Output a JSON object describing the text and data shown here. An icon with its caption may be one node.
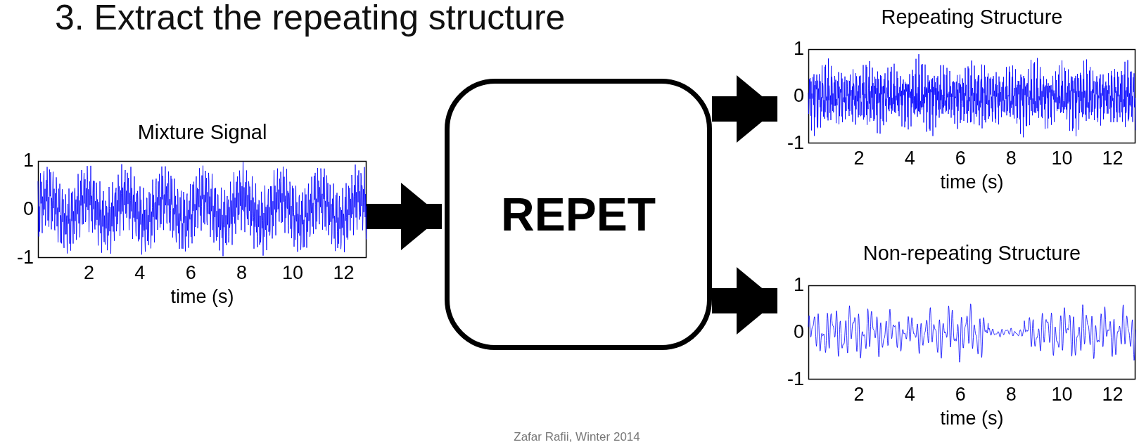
{
  "diagram": {
    "title": "3.   Extract the repeating structure",
    "caption": "Zafar Rafii, Winter 2014",
    "nodes": [
      {
        "text": [
          "Mixture Signal"
        ],
        "beside": [
          "1",
          "0",
          "-1",
          "2",
          "4",
          "6",
          "8",
          "10",
          "12",
          "time (s)"
        ]
      },
      {
        "text": [
          "REPET"
        ]
      },
      {
        "text": [
          "Repeating Structure"
        ],
        "beside": [
          "1",
          "0",
          "-1",
          "2",
          "4",
          "6",
          "8",
          "10",
          "12",
          "time (s)"
        ]
      },
      {
        "text": [
          "Non-repeating Structure"
        ],
        "beside": [
          "1",
          "0",
          "-1",
          "2",
          "4",
          "6",
          "8",
          "10",
          "12",
          "time (s)"
        ]
      }
    ],
    "edges": [
      {
        "from": 0,
        "to": 1,
        "arrow": "to"
      },
      {
        "from": 1,
        "to": 2,
        "arrow": "to"
      },
      {
        "from": 1,
        "to": 3,
        "arrow": "to"
      }
    ]
  }
}
